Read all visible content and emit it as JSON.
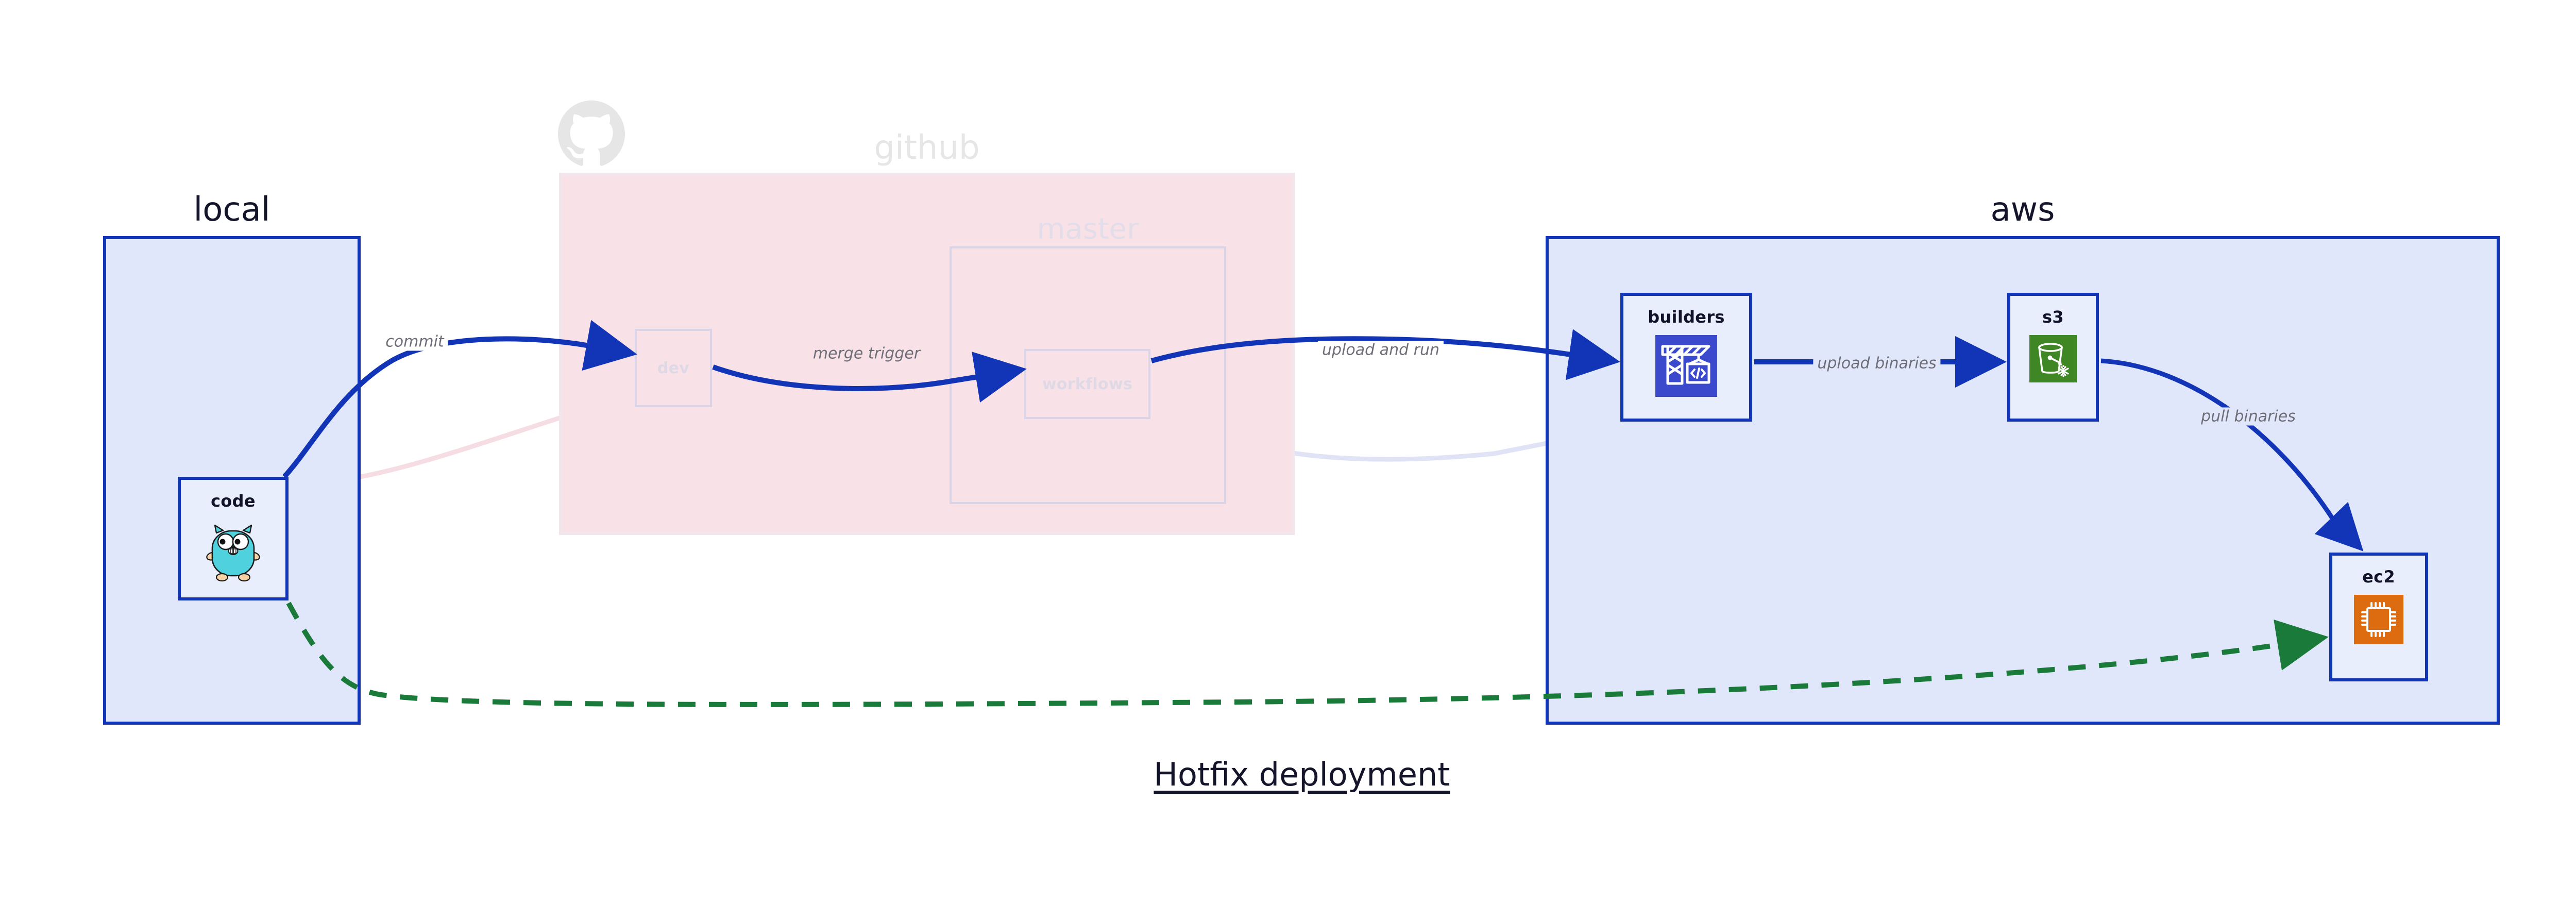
{
  "diagram": {
    "caption": "Hotfix deployment",
    "clusters": [
      {
        "id": "local",
        "label": "local"
      },
      {
        "id": "github",
        "label": "github"
      },
      {
        "id": "master",
        "label": "master"
      },
      {
        "id": "aws",
        "label": "aws"
      }
    ],
    "nodes": [
      {
        "id": "code",
        "label": "code",
        "icon": "go-gopher-icon",
        "cluster": "local"
      },
      {
        "id": "dev",
        "label": "dev",
        "icon": "none",
        "cluster": "github"
      },
      {
        "id": "workflows",
        "label": "workflows",
        "icon": "none",
        "cluster": "master"
      },
      {
        "id": "builders",
        "label": "builders",
        "icon": "crane-code-icon",
        "cluster": "aws"
      },
      {
        "id": "s3",
        "label": "s3",
        "icon": "s3-glacier-bucket-icon",
        "cluster": "aws"
      },
      {
        "id": "ec2",
        "label": "ec2",
        "icon": "cpu-chip-icon",
        "cluster": "aws"
      }
    ],
    "edges": [
      {
        "from": "code",
        "to": "dev",
        "label": "commit",
        "style": "solid",
        "state": "active"
      },
      {
        "from": "dev",
        "to": "workflows",
        "label": "merge trigger",
        "style": "solid",
        "state": "active"
      },
      {
        "from": "workflows",
        "to": "builders",
        "label": "upload and run",
        "style": "solid",
        "state": "active"
      },
      {
        "from": "builders",
        "to": "s3",
        "label": "upload binaries",
        "style": "solid",
        "state": "active"
      },
      {
        "from": "s3",
        "to": "ec2",
        "label": "pull binaries",
        "style": "solid",
        "state": "active"
      },
      {
        "from": "code",
        "to": "ec2",
        "label": "",
        "style": "dashed",
        "state": "hotfix"
      },
      {
        "from": "code",
        "to": "dev",
        "label": "",
        "style": "solid",
        "state": "faded"
      },
      {
        "from": "dev",
        "to": "workflows",
        "label": "",
        "style": "solid",
        "state": "faded"
      },
      {
        "from": "workflows",
        "to": "builders",
        "label": "",
        "style": "solid",
        "state": "faded"
      }
    ]
  },
  "colors": {
    "edge_active": "#1235b8",
    "edge_hotfix": "#1a7a3a",
    "edge_faded_blue": "#dfe3f5",
    "edge_faded_pink": "#f6dde4",
    "cluster_border_blue": "#1235b8",
    "cluster_fill_blue": "#e1e7fb",
    "cluster_fill_pink": "#f8e2e8",
    "node_fill": "#e9eefc",
    "aws_s3_green": "#3f8624",
    "aws_ec2_orange": "#dd6b0f",
    "builders_indigo": "#3b4acd",
    "github_logo_gray": "#e6e6e6",
    "label_text": "#6e6e78",
    "title_text": "#14142b"
  }
}
